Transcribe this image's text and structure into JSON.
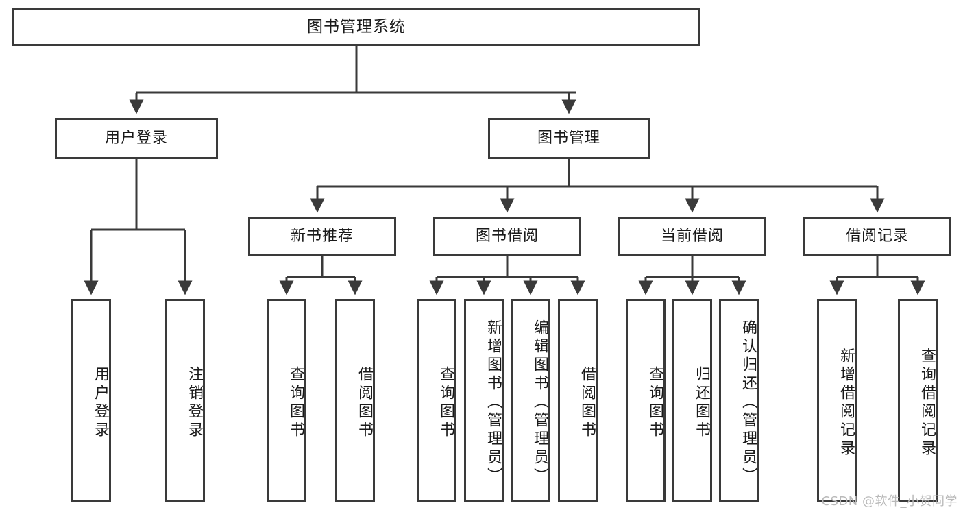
{
  "diagram": {
    "title": "图书管理系统",
    "type": "hierarchy-tree",
    "levels": 4,
    "root": {
      "id": "root",
      "label": "图书管理系统"
    },
    "level2": [
      {
        "id": "user-login",
        "label": "用户登录"
      },
      {
        "id": "book-manage",
        "label": "图书管理"
      }
    ],
    "level3": [
      {
        "id": "new-book-recommend",
        "label": "新书推荐",
        "parent": "book-manage"
      },
      {
        "id": "book-borrow",
        "label": "图书借阅",
        "parent": "book-manage"
      },
      {
        "id": "current-borrow",
        "label": "当前借阅",
        "parent": "book-manage"
      },
      {
        "id": "borrow-record",
        "label": "借阅记录",
        "parent": "book-manage"
      }
    ],
    "leaves": [
      {
        "id": "leaf-user-login",
        "label": "用户登录",
        "parent": "user-login"
      },
      {
        "id": "leaf-logout",
        "label": "注销登录",
        "parent": "user-login"
      },
      {
        "id": "leaf-query-book-1",
        "label": "查询图书",
        "parent": "new-book-recommend"
      },
      {
        "id": "leaf-borrow-book-1",
        "label": "借阅图书",
        "parent": "new-book-recommend"
      },
      {
        "id": "leaf-query-book-2",
        "label": "查询图书",
        "parent": "book-borrow"
      },
      {
        "id": "leaf-add-book",
        "label": "新增图书（管理员）",
        "parent": "book-borrow"
      },
      {
        "id": "leaf-edit-book",
        "label": "编辑图书（管理员）",
        "parent": "book-borrow"
      },
      {
        "id": "leaf-borrow-book-2",
        "label": "借阅图书",
        "parent": "book-borrow"
      },
      {
        "id": "leaf-query-book-3",
        "label": "查询图书",
        "parent": "current-borrow"
      },
      {
        "id": "leaf-return-book",
        "label": "归还图书",
        "parent": "current-borrow"
      },
      {
        "id": "leaf-confirm-return",
        "label": "确认归还（管理员）",
        "parent": "current-borrow"
      },
      {
        "id": "leaf-add-record",
        "label": "新增借阅记录",
        "parent": "borrow-record"
      },
      {
        "id": "leaf-query-record",
        "label": "查询借阅记录",
        "parent": "borrow-record"
      }
    ]
  },
  "watermark": {
    "text": "CSDN @软件_小贺同学"
  },
  "colors": {
    "border": "#3a3a3a",
    "text": "#1a1a1a",
    "background": "#ffffff",
    "watermark": "#b9b9b9"
  }
}
